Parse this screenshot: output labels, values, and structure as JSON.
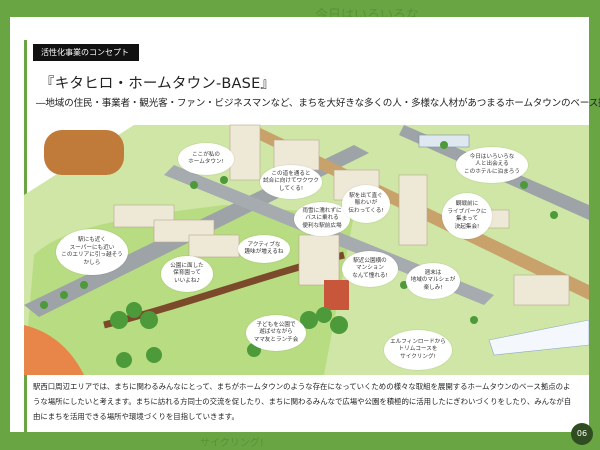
{
  "background_text": {
    "top": "今日はいろいろな",
    "bottom": "サイクリング!"
  },
  "section_label": "活性化事業のコンセプト",
  "title": "『キタヒロ・ホームタウン-BASE』",
  "subtitle": "―地域の住民・事業者・観光客・ファン・ビジネスマンなど、まちを大好きな多くの人・多様な人材があつまるホームタウンのベース拠点―",
  "callouts": [
    "ここが私の\nホームタウン!",
    "この道を通ると\n試合に向けてワクワク\nしてくる!",
    "雨雪に濡れずに\nバスに乗れる\n便利な駅前広場",
    "駅を出て直ぐ\n賑わいが\n伝わってくる!",
    "今日はいろいろな\n人と出会える\nこのホテルに泊まろう",
    "観戦前に\nライブパークに\n集まって\n決起集会!",
    "駅にも近く\nスーパーにも近い\nこのエリアに引っ越そう\nかしら",
    "公園に面した\n保育園って\nいいよね♪",
    "アクティブな\n趣味が増えるね",
    "駅近公園横の\nマンション\nなんて憧れる!",
    "週末は\n地域のマルシェが\n楽しみ!",
    "子どもを公園で\n遊ばせながら\nママ友とランチ会",
    "エルフィンロードから\nトリムコースを\nサイクリング!"
  ],
  "body": "駅西口周辺エリアでは、まちに関わるみんなにとって、まちがホームタウンのような存在になっていくための様々な取組を展開するホームタウンのベース拠点のような場所にしたいと考えます。まちに訪れる方同士の交流を促したり、まちに関わるみんなで広場や公園を積極的に活用したにぎわいづくりをしたり、みんなが自由にまちを活用できる場所や環境づくりを目指していきます。",
  "page_number": "06",
  "colors": {
    "accent_green": "#6aa544",
    "dark_green": "#2f4d20",
    "label_bg": "#111111"
  }
}
